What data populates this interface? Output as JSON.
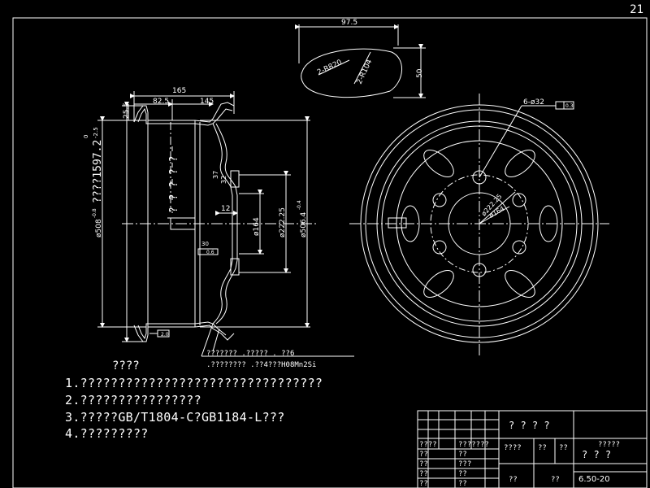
{
  "sheet_number": "21",
  "dims": {
    "top_width": "97.5",
    "top_height": "50",
    "r820": "2-R820",
    "r104": "2-R104",
    "d165": "165",
    "d82_5": "82.5",
    "d145": "145",
    "d25_5": "25.5",
    "d37": "37",
    "d32": "32",
    "d12": "12",
    "d164": "ø164",
    "d222_25": "ø222.25",
    "d506_4": "ø506.4",
    "d506_tol": "-0.4",
    "d508": "ø508",
    "d508_tol": "-0.8",
    "d1597": "????1597.2",
    "d1597_tol_u": "0",
    "d1597_tol_l": "-2.5",
    "ten_q": "?  ?  ?  ?  ?",
    "ang30": "30",
    "tol_frame_1": "0.6",
    "tol_frame_2": "2.0",
    "holes": "6-ø32",
    "holes_tol": "0.3",
    "pcd": "ø222.25",
    "hub": "ø164"
  },
  "leaders": {
    "weld1": "??????? .????? . ??6",
    "weld2": ".???????? .??4???H08Mn2Si"
  },
  "notes": {
    "title": "????",
    "items": [
      "1.????????????????????????????????",
      "2.????????????????",
      "3.?????GB/T1804-C?GB1184-L???",
      "4.?????????"
    ]
  },
  "titleblock": {
    "name": "? ? ? ?",
    "a": "????",
    "b": "??",
    "c": "??",
    "d": "?????",
    "e": "?   ?   ?",
    "f": "??",
    "g": "??",
    "model": "6.50-20",
    "rows": [
      {
        "l": "????",
        "r": "???????"
      },
      {
        "l": "??",
        "r": "??"
      },
      {
        "l": "??",
        "r": "???"
      },
      {
        "l": "??",
        "r": "??"
      },
      {
        "l": "??",
        "r": "??"
      }
    ]
  }
}
